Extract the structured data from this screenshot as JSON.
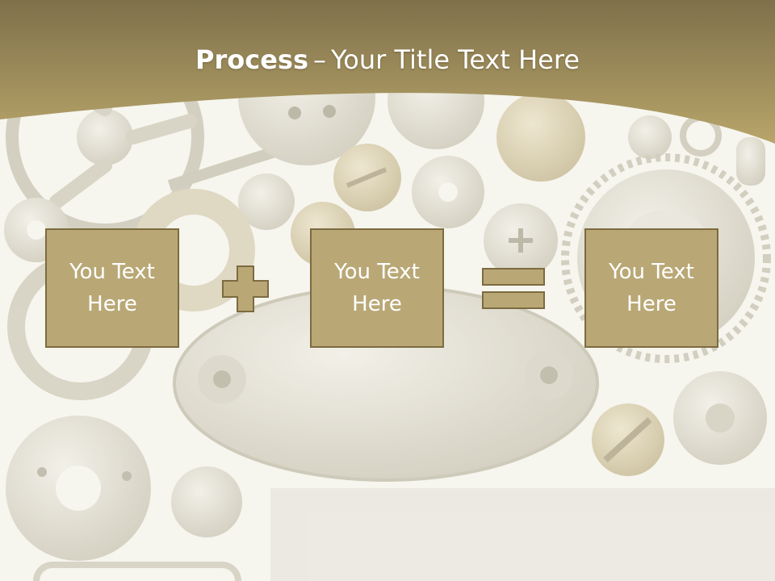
{
  "slide": {
    "title_bold": "Process",
    "title_separator": "–",
    "title_rest": "Your Title Text Here",
    "boxes": [
      "You Text Here",
      "You Text Here",
      "You Text Here"
    ],
    "operators": [
      "plus-icon",
      "equals-icon"
    ]
  },
  "colors": {
    "header_dark": "#7e704a",
    "header_light": "#b8a56a",
    "box_fill": "#b9a876",
    "box_border": "#7c6b40",
    "background": "#f6f5ee"
  }
}
